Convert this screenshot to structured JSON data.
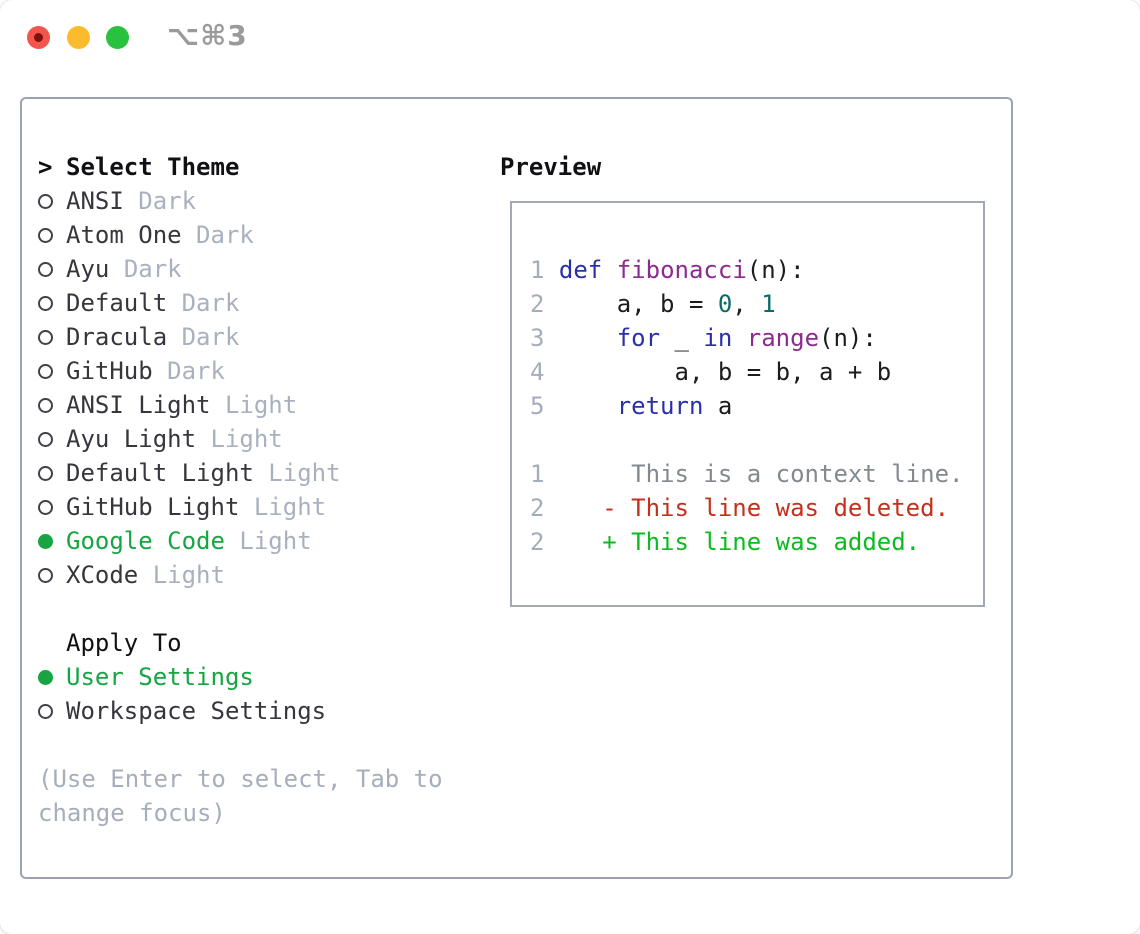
{
  "window": {
    "shortcut": "⌥⌘3",
    "traffic_lights": [
      "close",
      "minimize",
      "zoom"
    ]
  },
  "colors": {
    "selection_green": "#17a543",
    "diff_added_green": "#0cbb1f",
    "diff_deleted_red": "#c5301c",
    "keyword_blue": "#2930a8",
    "function_purple": "#8c2b8f",
    "literal_teal": "#0a6b66",
    "muted_gray": "#a9b1bf",
    "panel_border": "#9aa4b0",
    "traffic_red": "#f1554c",
    "traffic_yellow": "#fcbb2d",
    "traffic_green": "#28c23e"
  },
  "panel": {
    "header": {
      "prefix": ">",
      "label": "Select Theme"
    },
    "themes": [
      {
        "name": "ANSI",
        "variant": "Dark",
        "state": ""
      },
      {
        "name": "Atom One",
        "variant": "Dark",
        "state": ""
      },
      {
        "name": "Ayu",
        "variant": "Dark",
        "state": ""
      },
      {
        "name": "Default",
        "variant": "Dark",
        "state": ""
      },
      {
        "name": "Dracula",
        "variant": "Dark",
        "state": ""
      },
      {
        "name": "GitHub",
        "variant": "Dark",
        "state": ""
      },
      {
        "name": "ANSI Light",
        "variant": "Light",
        "state": ""
      },
      {
        "name": "Ayu Light",
        "variant": "Light",
        "state": ""
      },
      {
        "name": "Default Light",
        "variant": "Light",
        "state": ""
      },
      {
        "name": "GitHub Light",
        "variant": "Light",
        "state": ""
      },
      {
        "name": "Google Code",
        "variant": "Light",
        "state": "selected"
      },
      {
        "name": "XCode",
        "variant": "Light",
        "state": ""
      }
    ],
    "apply_to": {
      "label": "Apply To",
      "options": [
        {
          "name": "User Settings",
          "state": "selected"
        },
        {
          "name": "Workspace Settings",
          "state": ""
        }
      ]
    },
    "help": [
      "(Use Enter to select, Tab to",
      "change focus)"
    ]
  },
  "preview": {
    "label": "Preview",
    "lines": [
      {
        "segments": [
          {
            "text": "1",
            "role": "ln"
          },
          {
            "text": " ",
            "role": "pl"
          },
          {
            "text": "def",
            "role": "kw"
          },
          {
            "text": " ",
            "role": "pl"
          },
          {
            "text": "fibonacci",
            "role": "fn"
          },
          {
            "text": "(n):",
            "role": "pl"
          }
        ]
      },
      {
        "segments": [
          {
            "text": "2",
            "role": "ln"
          },
          {
            "text": "     a, b = ",
            "role": "pl"
          },
          {
            "text": "0",
            "role": "num"
          },
          {
            "text": ", ",
            "role": "pl"
          },
          {
            "text": "1",
            "role": "num"
          }
        ]
      },
      {
        "segments": [
          {
            "text": "3",
            "role": "ln"
          },
          {
            "text": "     ",
            "role": "pl"
          },
          {
            "text": "for",
            "role": "kw"
          },
          {
            "text": " _ ",
            "role": "pl"
          },
          {
            "text": "in",
            "role": "kw"
          },
          {
            "text": " ",
            "role": "pl"
          },
          {
            "text": "range",
            "role": "fn"
          },
          {
            "text": "(n):",
            "role": "pl"
          }
        ]
      },
      {
        "segments": [
          {
            "text": "4",
            "role": "ln"
          },
          {
            "text": "         a, b = b, a + b",
            "role": "pl"
          }
        ]
      },
      {
        "segments": [
          {
            "text": "5",
            "role": "ln"
          },
          {
            "text": "     ",
            "role": "pl"
          },
          {
            "text": "return",
            "role": "kw"
          },
          {
            "text": " a",
            "role": "pl"
          }
        ]
      },
      {
        "segments": [
          {
            "text": " ",
            "role": "pl"
          }
        ]
      },
      {
        "segments": [
          {
            "text": "1",
            "role": "ln"
          },
          {
            "text": "      This is a context line.",
            "role": "ctx"
          }
        ]
      },
      {
        "segments": [
          {
            "text": "2",
            "role": "ln"
          },
          {
            "text": "    - This line was deleted.",
            "role": "del"
          }
        ]
      },
      {
        "segments": [
          {
            "text": "2",
            "role": "ln"
          },
          {
            "text": "    + This line was added.",
            "role": "add"
          }
        ]
      }
    ]
  }
}
